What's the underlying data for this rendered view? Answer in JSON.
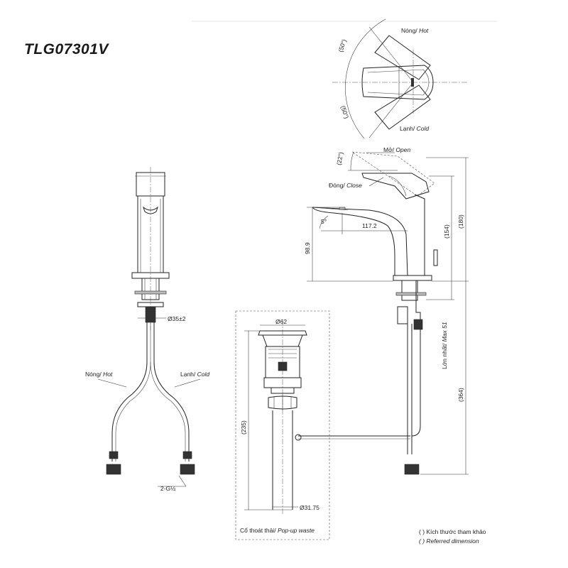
{
  "model": "TLG07301V",
  "top_view": {
    "hot_label": "Nóng/",
    "hot_label_en": "Hot",
    "cold_label": "Lạnh/",
    "cold_label_en": "Cold",
    "angle_hot": "(50°)",
    "angle_cold": "(50°)"
  },
  "front_view": {
    "hot_label": "Nóng/",
    "hot_label_en": "Hot",
    "cold_label": "Lạnh/",
    "cold_label_en": "Cold",
    "hole_dia": "Ø35±2",
    "thread": "2-G½"
  },
  "side_view": {
    "open_label": "Mở/",
    "open_label_en": "Open",
    "close_label": "Đóng/",
    "close_label_en": "Close",
    "angle_open": "(22°)",
    "angle_spout": "5°",
    "reach": "117.2",
    "spout_height": "98.9",
    "dim_154": "(154)",
    "dim_180": "(180)",
    "dim_364": "(364)",
    "max_label": "Lớn nhất/",
    "max_label_en": "Max 51"
  },
  "waste": {
    "top_dia": "Ø62",
    "length": "(235)",
    "pipe_dia": "Ø31.75",
    "caption": "Cổ thoát thải/",
    "caption_en": "Pop-up waste"
  },
  "note": {
    "line1": "( ) Kích thước tham khảo",
    "line2": "( ) Referred dimension"
  }
}
